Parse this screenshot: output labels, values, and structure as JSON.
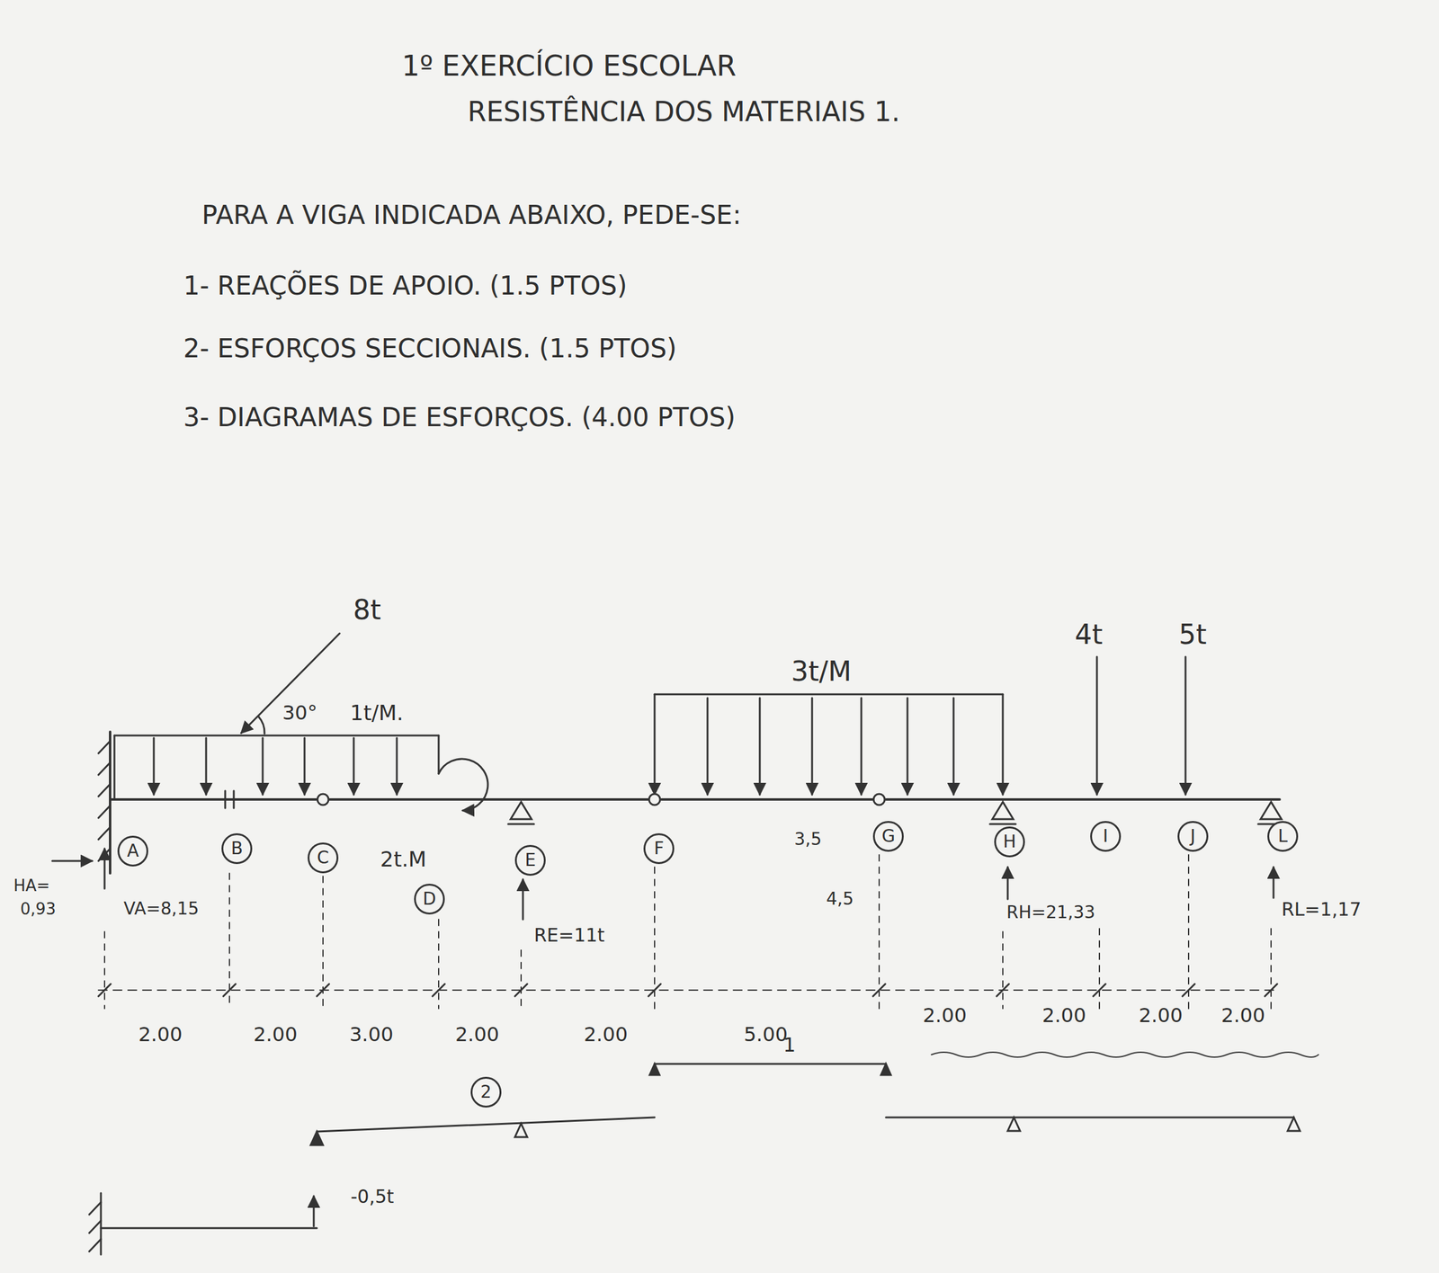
{
  "diagram": {
    "title": "1º EXERCÍCIO ESCOLAR",
    "nodes": [
      {
        "text": [
          "A"
        ]
      },
      {
        "text": [
          "B"
        ]
      },
      {
        "text": [
          "C"
        ]
      },
      {
        "text": [
          "D"
        ]
      },
      {
        "text": [
          "E"
        ]
      },
      {
        "text": [
          "F"
        ]
      },
      {
        "text": [
          "G"
        ]
      },
      {
        "text": [
          "H"
        ]
      },
      {
        "text": [
          "I"
        ]
      },
      {
        "text": [
          "J"
        ]
      },
      {
        "text": [
          "L"
        ]
      },
      {
        "text": [
          "2"
        ]
      }
    ],
    "labels": [
      "RESISTÊNCIA DOS MATERIAIS 1.",
      "PARA A VIGA INDICADA ABAIXO, PEDE-SE:",
      "1- REAÇÕES DE APOIO. (1.5 PTOS)",
      "2- ESFORÇOS SECCIONAIS. (1.5 PTOS)",
      "3- DIAGRAMAS DE ESFORÇOS. (4.00 PTOS)",
      "8t",
      "30°",
      "1t/M.",
      "3t/M",
      "4t",
      "5t",
      "2t.M",
      "3,5",
      "4,5",
      "HA=",
      "0,93",
      "VA=8,15",
      "RE=11t",
      "RH=21,33",
      "RL=1,17",
      "2.00",
      "2.00",
      "3.00",
      "2.00",
      "2.00",
      "5.00",
      "2.00",
      "2.00",
      "2.00",
      "2.00",
      "1",
      "-0,5t"
    ]
  }
}
